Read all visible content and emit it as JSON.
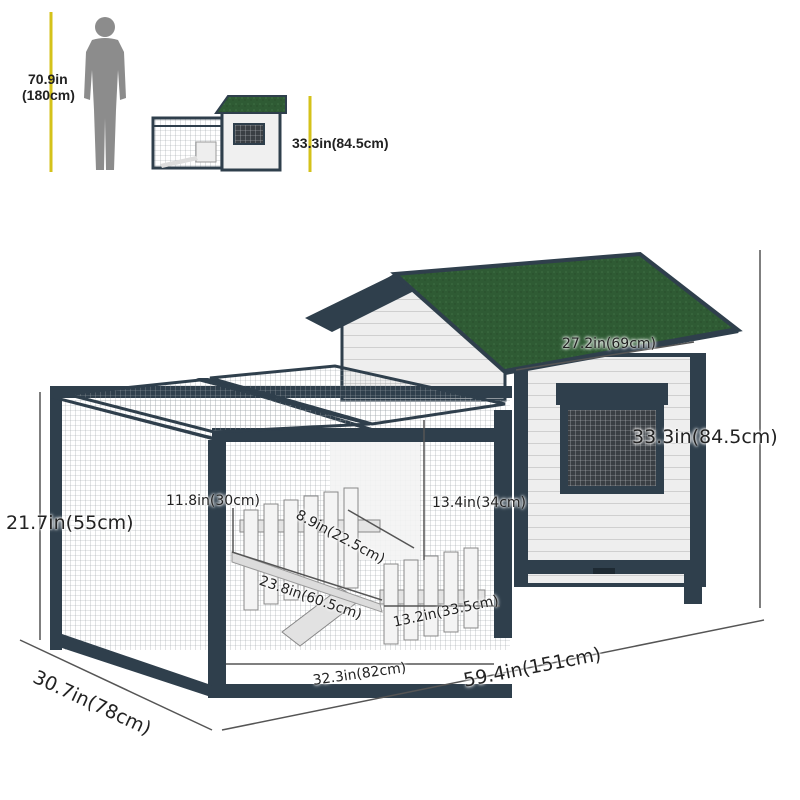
{
  "figure": {
    "person_height": {
      "imperial": "70.9in",
      "metric": "(180cm)"
    },
    "thumbnail_height": "33.3in(84.5cm)",
    "dimensions": {
      "total_length": "59.4in(151cm)",
      "depth": "30.7in(78cm)",
      "run_height": "21.7in(55cm)",
      "overall_height": "33.3in(84.5cm)",
      "house_width": "27.2in(69cm)",
      "ramp_length": "23.8in(60.5cm)",
      "run_inner_length": "32.3in(82cm)",
      "upper_deck_height": "11.8in(30cm)",
      "ramp_width": "8.9in(22.5cm)",
      "door_height": "13.4in(34cm)",
      "fence_width": "13.2in(33.5cm)"
    },
    "colors": {
      "frame": "#2f3f4c",
      "roof": "#2f5b34",
      "panel": "#e9e9e9",
      "accent_line": "#d4c21a",
      "person": "#8c8c8c"
    }
  }
}
